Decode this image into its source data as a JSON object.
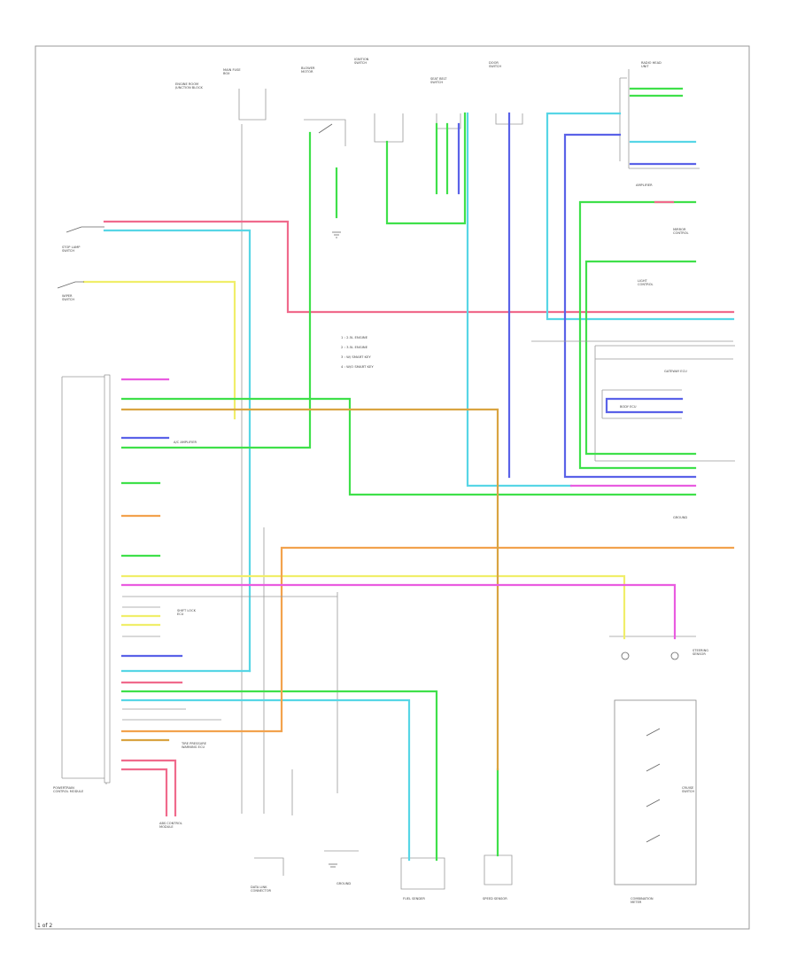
{
  "colors": {
    "pink": "#f06a8c",
    "cyan": "#57d6e6",
    "green": "#3fe04a",
    "yellow": "#f0ee6a",
    "orange": "#f2a24d",
    "magenta": "#e95ce0",
    "blue": "#5a62e8",
    "tan": "#d9a441",
    "gray": "#9a9a9a",
    "frame": "#999999"
  },
  "labels": {
    "ecu": "POWERTRAIN\nCONTROL MODULE",
    "fuse": "MAIN FUSE\nBOX",
    "jb": "ENGINE ROOM\nJUNCTION BLOCK",
    "blower": "BLOWER\nMOTOR",
    "ignsw": "IGNITION\nSWITCH",
    "gnd": "GROUND",
    "stop": "STOP LAMP\nSWITCH",
    "combo": "COMBINATION\nMETER",
    "ac": "A/C AMPLIFIER",
    "abs": "ABS CONTROL\nMODULE",
    "steering": "STEERING\nSENSOR",
    "fuel": "FUEL SENDER",
    "vss": "SPEED SENSOR",
    "shift": "SHIFT LOCK\nECU",
    "cruise": "CRUISE\nSWITCH",
    "dlc": "DATA LINK\nCONNECTOR",
    "tpms": "TIRE PRESSURE\nWARNING ECU",
    "rhc": "RADIO HEAD\nUNIT",
    "amp": "AMPLIFIER",
    "body": "BODY ECU",
    "gateway": "GATEWAY ECU",
    "seat": "SEAT BELT\nSWITCH",
    "door": "DOOR\nSWITCH",
    "mirror": "MIRROR\nCONTROL",
    "light": "LIGHT\nCONTROL",
    "wiper": "WIPER\nSWITCH"
  },
  "legend": [
    "1 : 2.5L ENGINE",
    "2 : 3.5L ENGINE",
    "3 : W/ SMART KEY",
    "4 : W/O SMART KEY"
  ],
  "footer": "1 of 2"
}
